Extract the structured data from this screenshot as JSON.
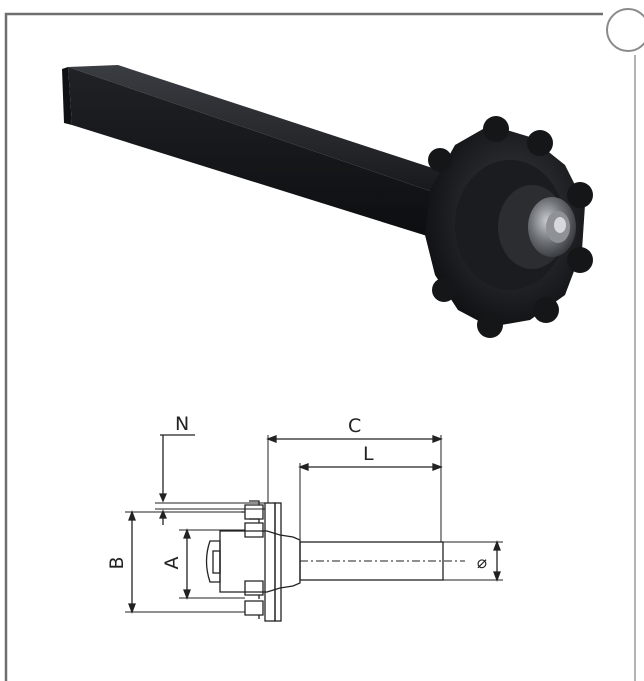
{
  "labels": {
    "N": "N",
    "C": "C",
    "L": "L",
    "B": "B",
    "A": "A",
    "diameter": "⌀"
  },
  "colors": {
    "frame": "#6f6f6f",
    "steel": "#1d1f22",
    "line": "#222222"
  }
}
